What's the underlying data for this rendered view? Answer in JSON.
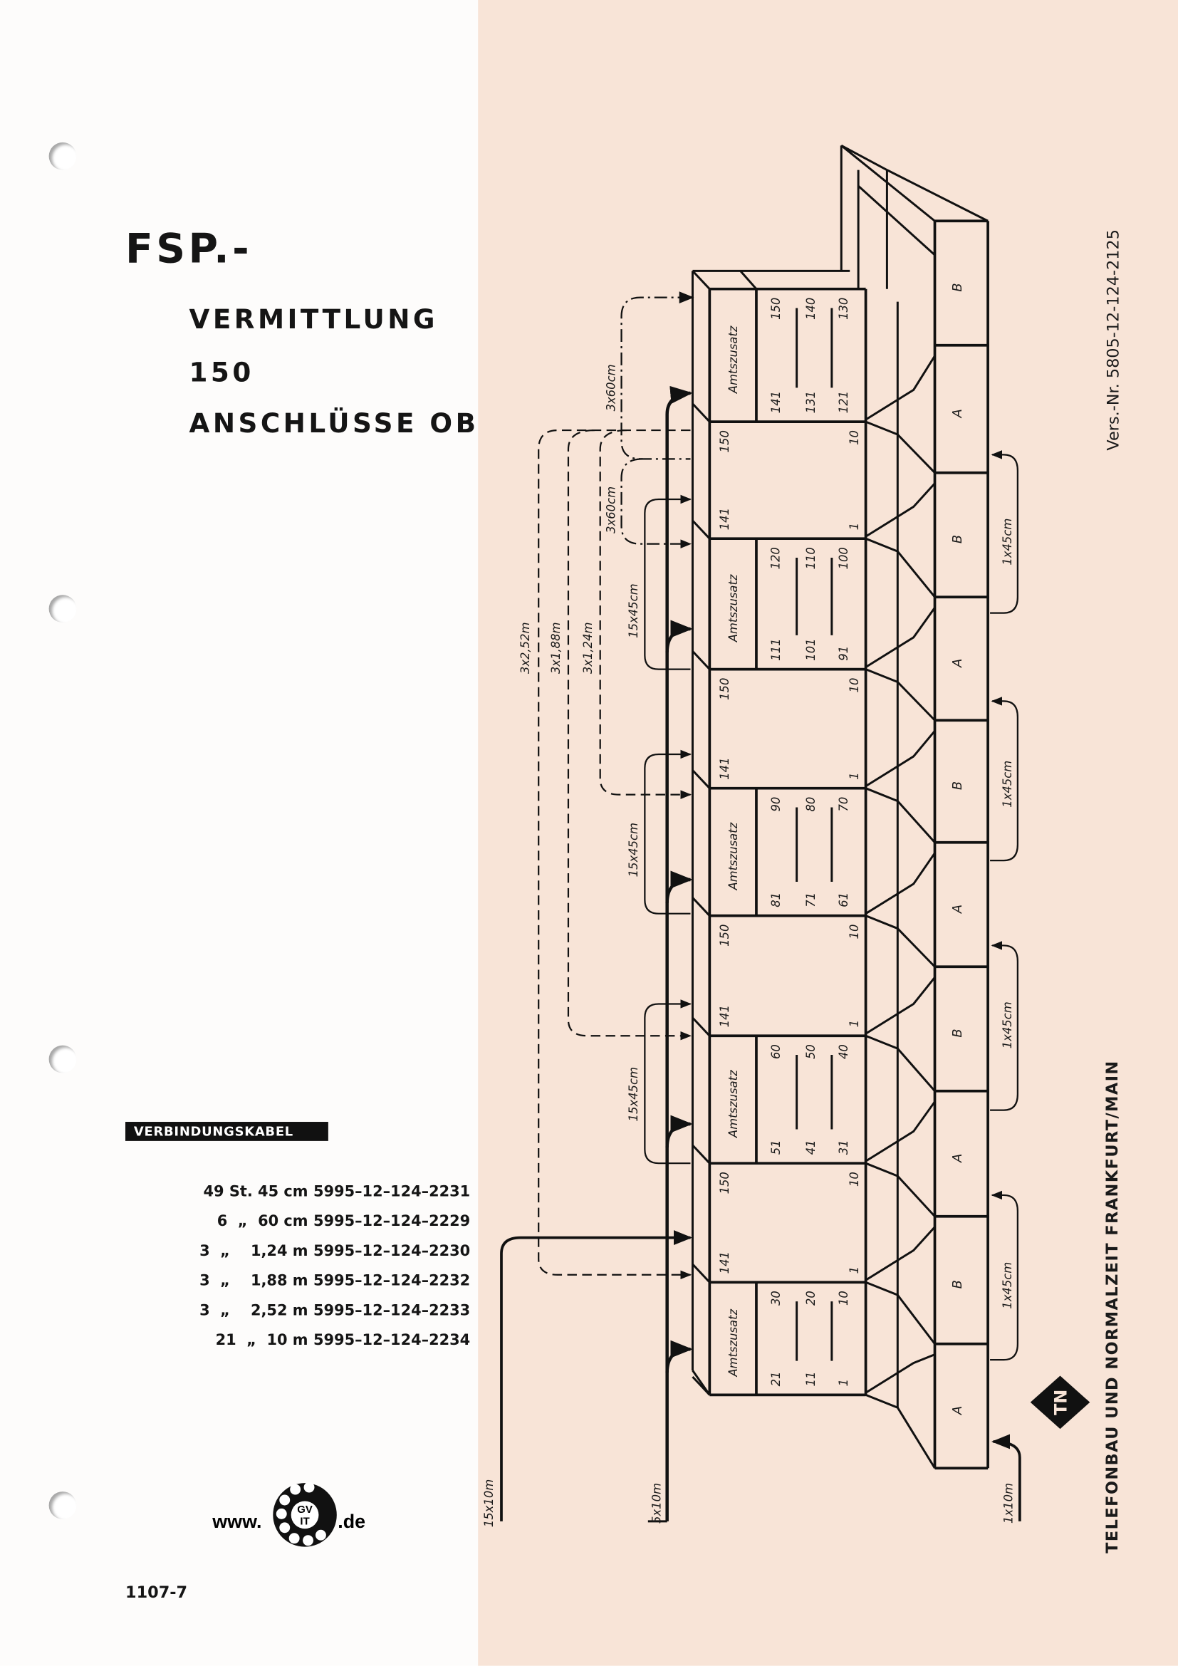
{
  "header": {
    "title": "FSP.-",
    "lines": [
      "VERMITTLUNG",
      "150",
      "ANSCHLÜSSE OB"
    ]
  },
  "cables": {
    "heading": "VERBINDUNGSKABEL",
    "rows": [
      {
        "qty": "49 St. 45 cm",
        "part": "5995–12–124–2231"
      },
      {
        "qty": "6  „  60 cm",
        "part": "5995–12–124–2229"
      },
      {
        "qty": "3  „    1,24 m",
        "part": "5995–12–124–2230"
      },
      {
        "qty": "3  „    1,88 m",
        "part": "5995–12–124–2232"
      },
      {
        "qty": "3  „    2,52 m",
        "part": "5995–12–124–2233"
      },
      {
        "qty": "21  „  10 m",
        "part": "5995–12–124–2234"
      }
    ]
  },
  "website": {
    "prefix": "www.",
    "logo_text_top": "GV",
    "logo_text_bottom": "IT",
    "suffix": ".de"
  },
  "page_code": "1107-7",
  "diagram": {
    "version": "Vers.-Nr. 5805-12-124-2125",
    "company": "TELEFONBAU UND NORMALZEIT FRANKFURT/MAIN",
    "logo_letters": "TN",
    "amtszusatz_label": "Amtszusatz",
    "amtszusatz_sections": [
      {
        "cols": [
          [
            "150",
            "141"
          ],
          [
            "140",
            "131"
          ],
          [
            "130",
            "121"
          ]
        ]
      },
      {
        "cols": [
          [
            "120",
            "111"
          ],
          [
            "110",
            "101"
          ],
          [
            "100",
            "91"
          ]
        ]
      },
      {
        "cols": [
          [
            "90",
            "81"
          ],
          [
            "80",
            "71"
          ],
          [
            "70",
            "61"
          ]
        ]
      },
      {
        "cols": [
          [
            "60",
            "51"
          ],
          [
            "50",
            "41"
          ],
          [
            "40",
            "31"
          ]
        ]
      },
      {
        "cols": [
          [
            "30",
            "21"
          ],
          [
            "20",
            "11"
          ],
          [
            "10",
            "1"
          ]
        ]
      }
    ],
    "blank_sections": [
      {
        "left_top": "150",
        "left_bottom": "141",
        "right_top": "10",
        "right_bottom": "1"
      },
      {
        "left_top": "150",
        "left_bottom": "141",
        "right_top": "10",
        "right_bottom": "1"
      },
      {
        "left_top": "150",
        "left_bottom": "141",
        "right_top": "10",
        "right_bottom": "1"
      },
      {
        "left_top": "150",
        "left_bottom": "141",
        "right_top": "10",
        "right_bottom": "1"
      }
    ],
    "base_blocks": [
      "B",
      "A",
      "B",
      "A",
      "B",
      "A",
      "B",
      "A",
      "B",
      "A"
    ],
    "cable_labels": {
      "c60_top": "3x60cm",
      "c60_bottom": "3x60cm",
      "c252": "3x2,52m",
      "c188": "3x1,88m",
      "c124": "3x1,24m",
      "c15x45": [
        "15x45cm",
        "15x45cm",
        "15x45cm"
      ],
      "c1x45": [
        "1x45cm",
        "1x45cm",
        "1x45cm",
        "1x45cm"
      ],
      "c15x10": "15x10m",
      "c5x10": "5x10m",
      "c1x10": "1x10m"
    }
  }
}
